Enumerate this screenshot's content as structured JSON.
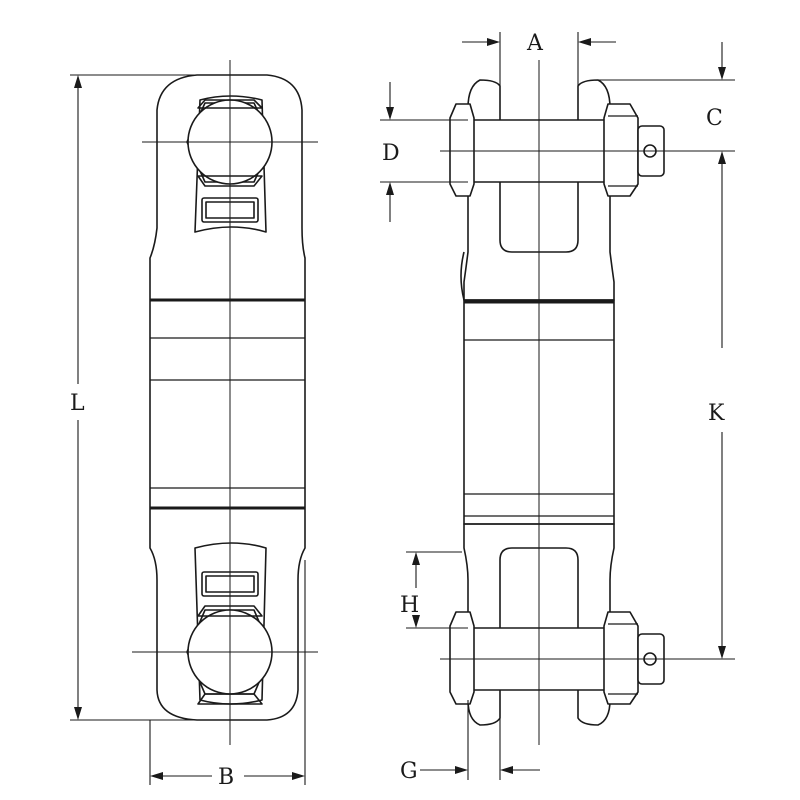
{
  "diagram": {
    "labels": {
      "L": "L",
      "B": "B",
      "A": "A",
      "C": "C",
      "D": "D",
      "K": "K",
      "H": "H",
      "G": "G"
    }
  }
}
